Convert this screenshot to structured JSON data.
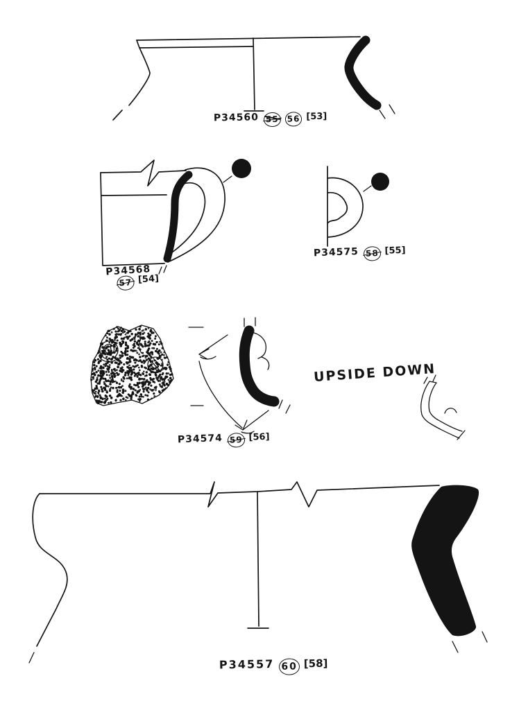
{
  "page": {
    "background": "#ffffff",
    "ink": "#141414"
  },
  "figures": [
    {
      "name": "rim-profile-sherd",
      "label": {
        "p_number": "P34560",
        "circled": [
          {
            "value": "55",
            "scribbled": true
          },
          {
            "value": "56",
            "scribbled": false
          }
        ],
        "bracketed": "[53]"
      }
    },
    {
      "name": "handled-mug-profile",
      "label": {
        "p_number": "P34568",
        "circled": [
          {
            "value": "57",
            "scribbled": true
          }
        ],
        "bracketed": "[54]"
      }
    },
    {
      "name": "handle-fragment-profile",
      "label": {
        "p_number": "P34575",
        "circled": [
          {
            "value": "58",
            "scribbled": true
          }
        ],
        "bracketed": "[55]"
      }
    },
    {
      "name": "decorated-body-sherd",
      "label": {
        "p_number": "P34574",
        "circled": [
          {
            "value": "59",
            "scribbled": true
          }
        ],
        "bracketed": "[56]"
      }
    },
    {
      "name": "large-rim-profile",
      "label": {
        "p_number": "P34557",
        "circled": [
          {
            "value": "60",
            "scribbled": false
          }
        ],
        "bracketed": "[58]"
      }
    }
  ],
  "annotations": {
    "upside_down": "UPSIDE DOWN"
  }
}
